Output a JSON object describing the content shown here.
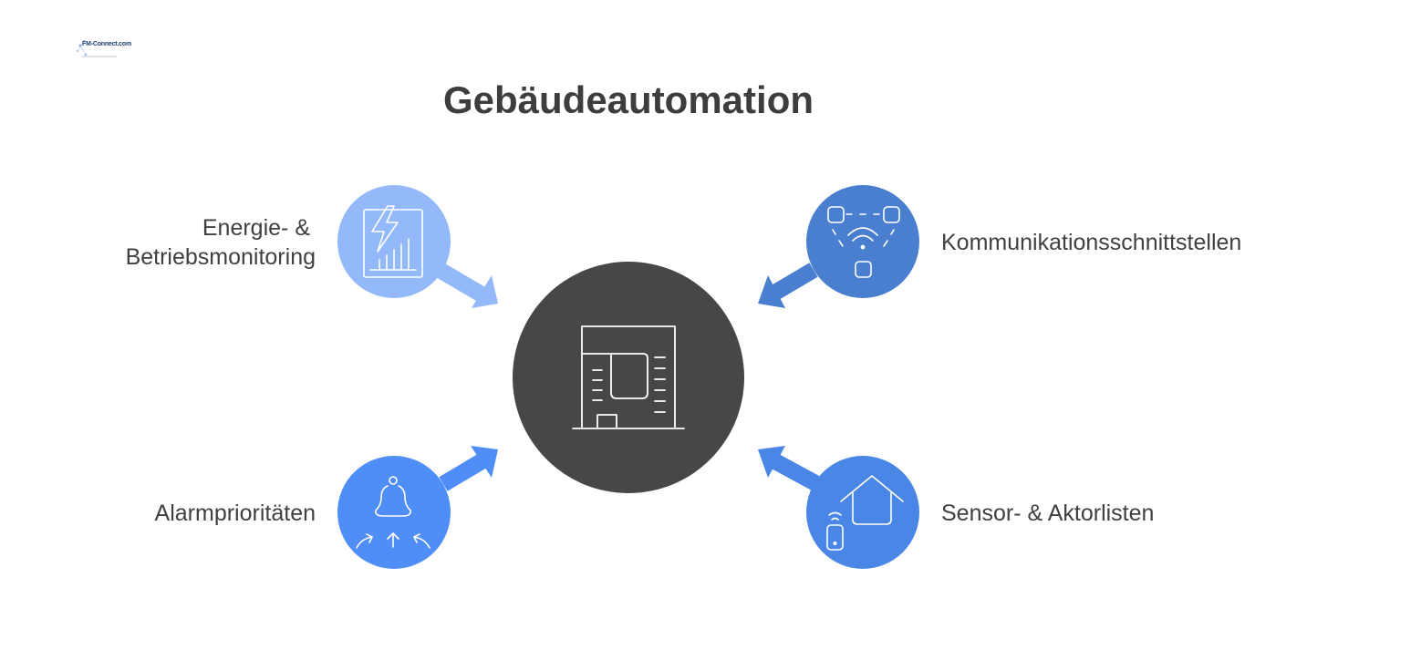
{
  "logo": {
    "text": "FM-Connect.com",
    "icon": "fm-connect-logo"
  },
  "title": "Gebäudeautomation",
  "colors": {
    "center": "#474747",
    "energy": "#93b9fb",
    "communication": "#4a7fd0",
    "alarm": "#4f8ef6",
    "sensor": "#4a86e6",
    "text": "#404040"
  },
  "center": {
    "icon": "building-icon"
  },
  "nodes": {
    "energy": {
      "label_line1": "Energie- &",
      "label_line2": "Betriebsmonitoring",
      "icon": "energy-report-icon"
    },
    "communication": {
      "label": "Kommunikationsschnittstellen",
      "icon": "network-wifi-icon"
    },
    "alarm": {
      "label": "Alarmprioritäten",
      "icon": "alarm-bell-icon"
    },
    "sensor": {
      "label": "Sensor- & Aktorlisten",
      "icon": "smart-home-icon"
    }
  }
}
